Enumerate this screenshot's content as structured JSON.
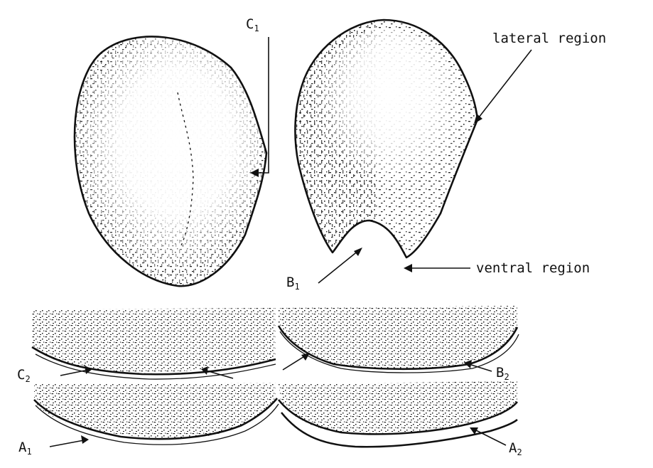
{
  "labels": {
    "c1": {
      "main": "C",
      "sub": "1"
    },
    "lateral": "lateral region",
    "b1": {
      "main": "B",
      "sub": "1"
    },
    "ventral": "ventral region",
    "c2": {
      "main": "C",
      "sub": "2"
    },
    "b2": {
      "main": "B",
      "sub": "2"
    },
    "a1": {
      "main": "A",
      "sub": "1"
    },
    "a2": {
      "main": "A",
      "sub": "2"
    }
  },
  "colors": {
    "ink": "#111111",
    "paper": "#ffffff"
  }
}
